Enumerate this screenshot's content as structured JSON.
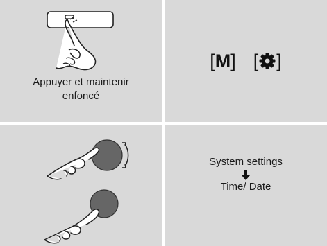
{
  "step1": {
    "caption_line1": "Appuyer et maintenir",
    "caption_line2": "enfoncé",
    "icon": "finger-press-button-icon"
  },
  "step2": {
    "key_open": "[",
    "key_m": "M",
    "key_close": "]",
    "key_gear_open": "[",
    "key_gear_close": "]",
    "gear_icon": "gear-icon"
  },
  "step3": {
    "icons": [
      "rotate-knob-icon",
      "press-knob-icon"
    ]
  },
  "step4": {
    "menu_item_1": "System settings",
    "arrow_icon": "arrow-down-icon",
    "menu_item_2": "Time/ Date"
  }
}
